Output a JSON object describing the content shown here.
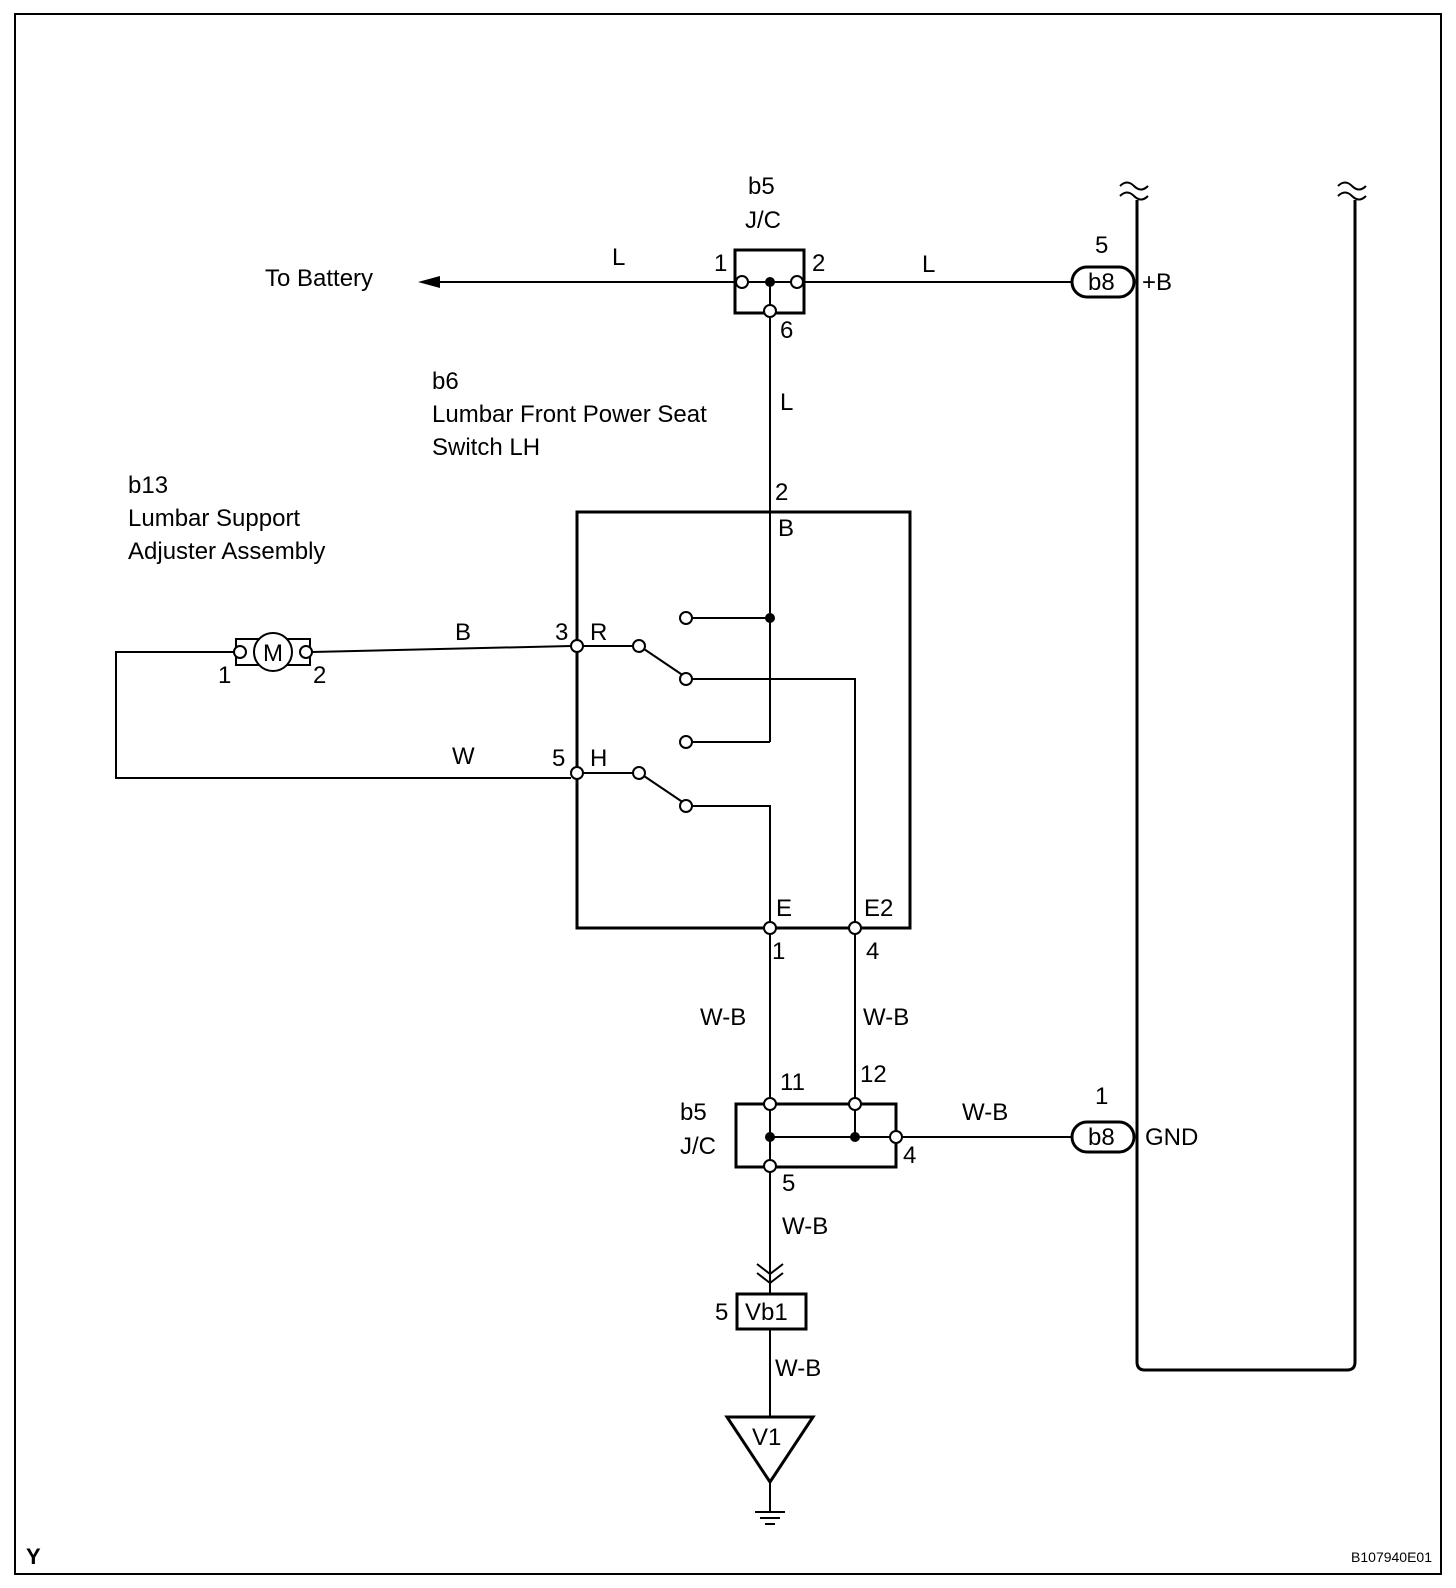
{
  "diagram_code": "B107940E01",
  "corner_mark": "Y",
  "junction_top": {
    "id": "b5",
    "name": "J/C",
    "pins": [
      "1",
      "2",
      "6"
    ]
  },
  "junction_bottom": {
    "id": "b5",
    "name": "J/C",
    "pins": [
      "11",
      "12",
      "4",
      "5"
    ]
  },
  "switch": {
    "id": "b6",
    "name_line1": "Lumbar Front Power Seat",
    "name_line2": "Switch LH",
    "pin_top": "2",
    "term_top": "B",
    "pin_r": "3",
    "term_r": "R",
    "pin_h": "5",
    "term_h": "H",
    "term_e": "E",
    "pin_e": "1",
    "term_e2": "E2",
    "pin_e2": "4"
  },
  "motor": {
    "id": "b13",
    "name_line1": "Lumbar Support",
    "name_line2": "Adjuster Assembly",
    "symbol": "M",
    "pin_left": "1",
    "pin_right": "2"
  },
  "battery_label": "To Battery",
  "connector_b8_top": {
    "id": "b8",
    "pin": "5",
    "signal": "+B"
  },
  "connector_b8_bottom": {
    "id": "b8",
    "pin": "1",
    "signal": "GND"
  },
  "connector_vb1": {
    "id": "Vb1",
    "pin": "5"
  },
  "ground_point": {
    "id": "V1"
  },
  "wires": {
    "battery": "L",
    "jc_to_b8": "L",
    "jc_to_switch": "L",
    "motor_r": "B",
    "motor_h": "W",
    "e_down": "W-B",
    "e2_down": "W-B",
    "jc_to_gnd": "W-B",
    "jc_to_vb1": "W-B",
    "vb1_to_v1": "W-B"
  }
}
